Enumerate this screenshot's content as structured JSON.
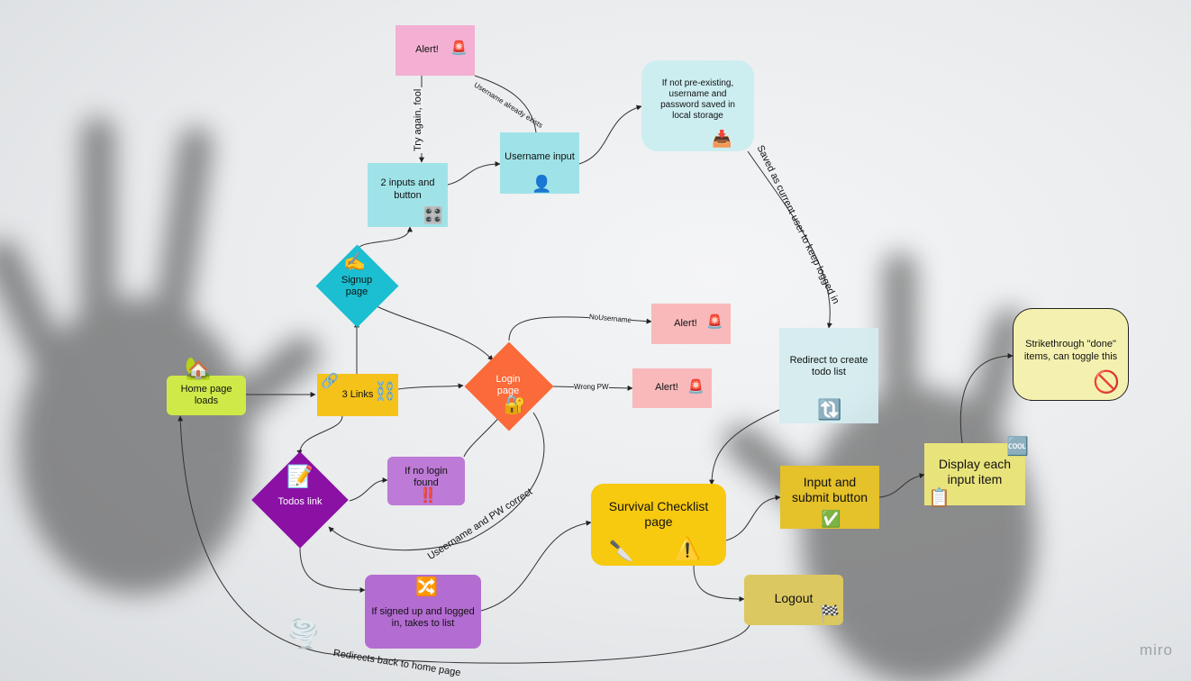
{
  "nodes": {
    "alert_top": "Alert!",
    "two_inputs": "2 inputs and button",
    "username_input": "Username input",
    "not_preexisting": "If not pre-existing, username and password saved in local storage",
    "signup_page": "Signup page",
    "three_links": "3 Links",
    "home_page": "Home page loads",
    "login_page": "Login page",
    "alert_nousername": "Alert!",
    "alert_wrongpw": "Alert!",
    "redirect_todo": "Redirect to create todo list",
    "strikethrough": "Strikethrough \"done\" items, can toggle this",
    "todos_link": "Todos link",
    "no_login": "If no login found",
    "display_each": "Display each input item",
    "input_submit": "Input and submit button",
    "survival_page": "Survival Checklist page",
    "logout": "Logout",
    "signed_up": "If signed up and logged in, takes to list"
  },
  "edges": {
    "try_again": "Try again, fool",
    "username_exists": "Username already exists",
    "saved_current": "Saved as current user to keep logged in",
    "no_username": "NoUsername",
    "wrong_pw": "Wrong PW",
    "username_pw_correct": "Useername and PW correct",
    "redirects_home": "Redirects back to home page"
  },
  "watermark": "miro",
  "colors": {
    "pink": "#f3b0d2",
    "cyan": "#9fe3e8",
    "teal_diamond": "#1bbfd1",
    "lime": "#cfea48",
    "amber": "#f5c21a",
    "orange": "#fb6a3a",
    "salmon": "#f9b9bb",
    "pale_blue": "#d4ecef",
    "pale_yellow": "#f4f1b0",
    "purple": "#8a11a4",
    "violet": "#bd7ad6",
    "mustard": "#e5c12a",
    "yellow": "#f7c90f",
    "khaki": "#dcc860",
    "lavender": "#b36cd1"
  }
}
